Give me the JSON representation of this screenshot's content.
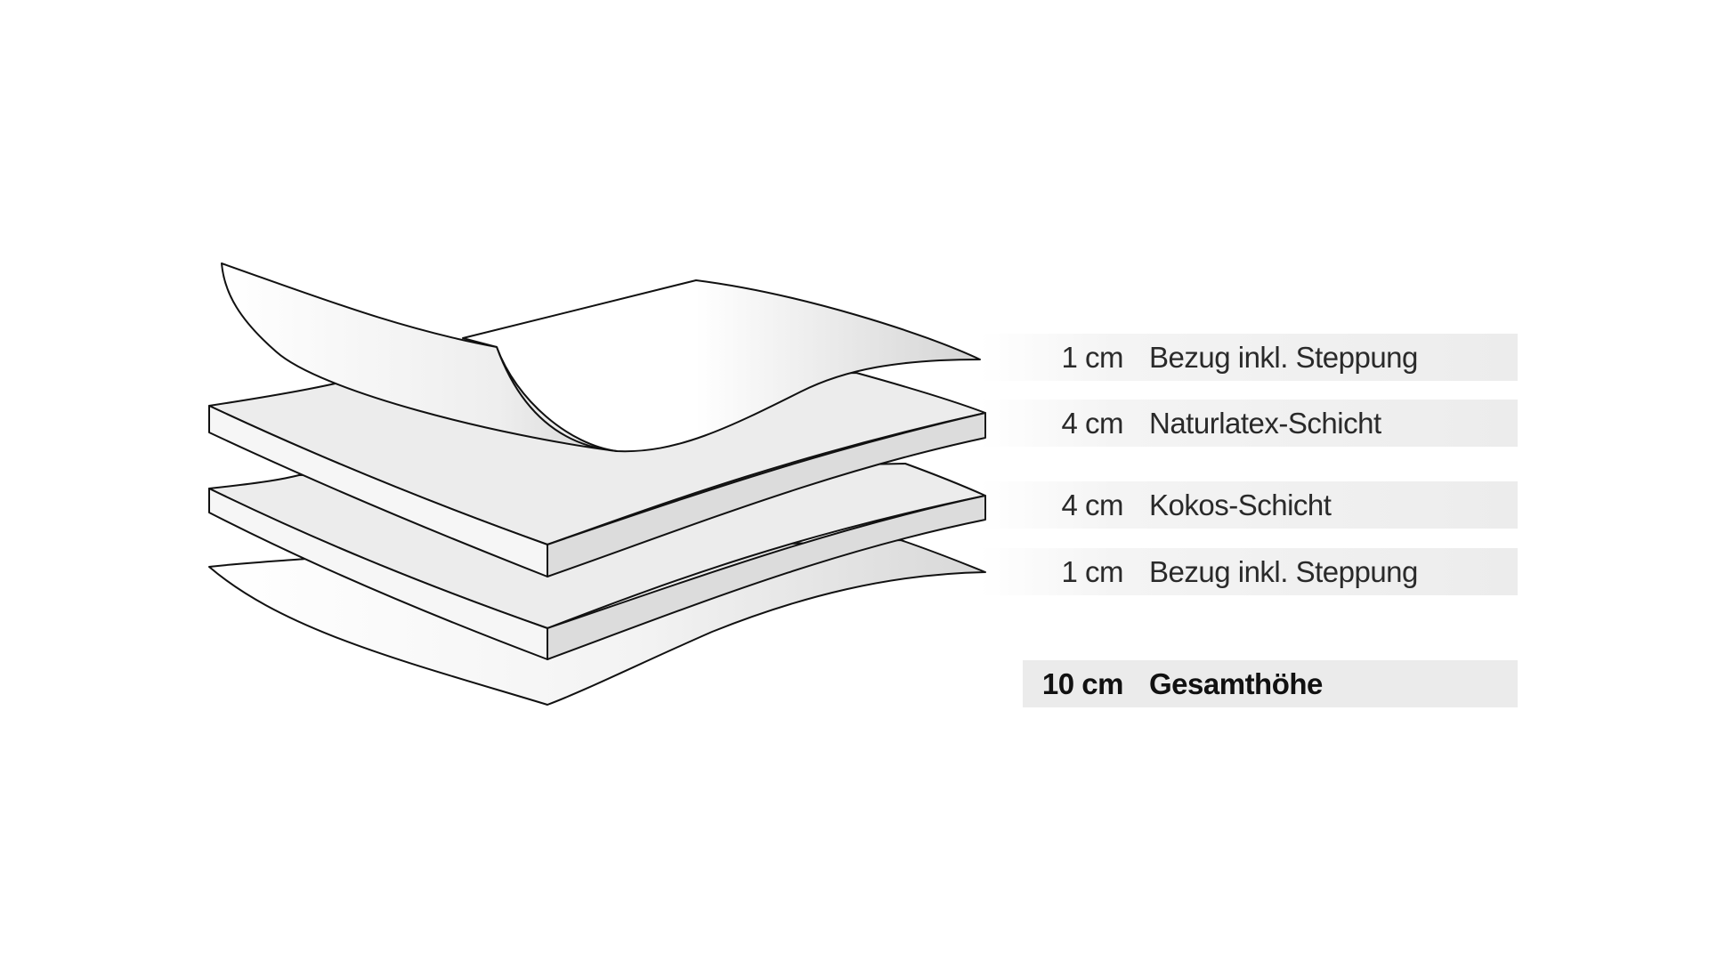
{
  "layers": [
    {
      "thickness": "1 cm",
      "name": "Bezug inkl. Steppung"
    },
    {
      "thickness": "4 cm",
      "name": "Naturlatex-Schicht"
    },
    {
      "thickness": "4 cm",
      "name": "Kokos-Schicht"
    },
    {
      "thickness": "1 cm",
      "name": "Bezug inkl. Steppung"
    }
  ],
  "total": {
    "thickness": "10 cm",
    "name": "Gesamthöhe"
  },
  "colors": {
    "row_bg": "#ebebeb",
    "outline": "#111111",
    "slab_top": "#ececec",
    "slab_side": "#dcdcdc"
  }
}
